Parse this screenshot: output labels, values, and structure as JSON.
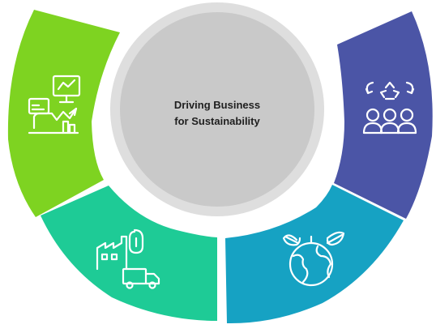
{
  "diagram": {
    "center": {
      "title_line1": "Driving Business",
      "title_line2": "for Sustainability"
    },
    "segments": [
      {
        "id": "top-left",
        "color": "#7ed321",
        "icon": "data-analytics-icon"
      },
      {
        "id": "top-right",
        "color": "#4b55a6",
        "icon": "community-recycle-icon"
      },
      {
        "id": "bottom-left",
        "color": "#1ecb96",
        "icon": "supply-chain-icon"
      },
      {
        "id": "bottom-right",
        "color": "#16a2c3",
        "icon": "earth-leaves-icon"
      }
    ],
    "center_colors": {
      "outer_ring": "#dedede",
      "inner": "#c9c9c9"
    }
  }
}
